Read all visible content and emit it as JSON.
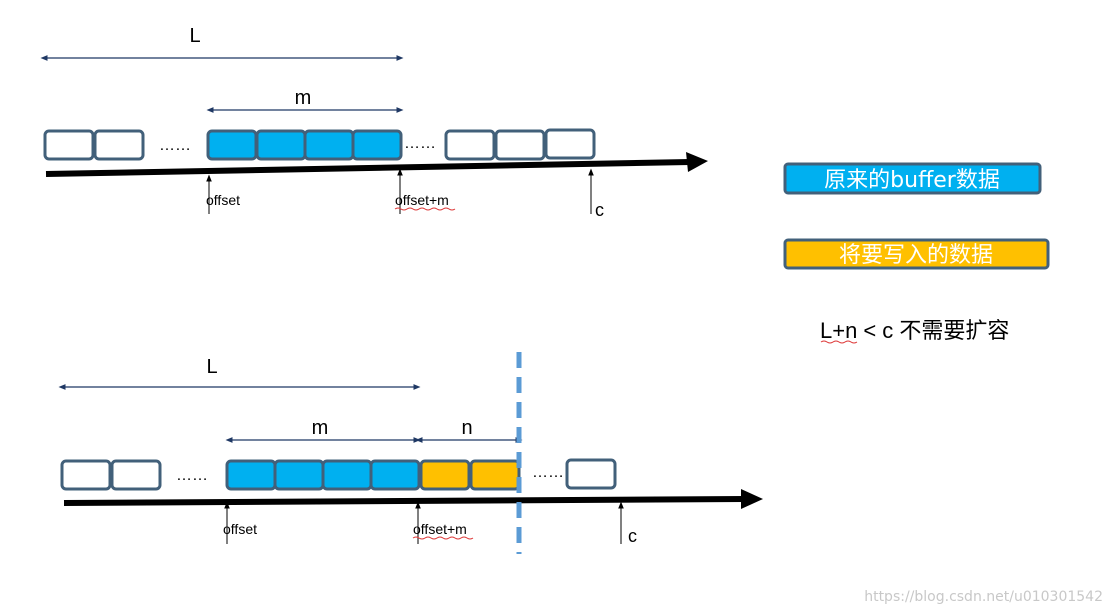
{
  "colors": {
    "original": "#00b0f0",
    "write": "#ffc000",
    "empty": "#ffffff",
    "cell_border": "#42607a",
    "axis": "#000000",
    "bracket": "#1f3864",
    "boundary": "#5b9bd5"
  },
  "top": {
    "label_L": "L",
    "label_m": "m",
    "dots_left": "……",
    "dots_right": "……",
    "pointer_offset": "offset",
    "pointer_offset_m": "offset+m",
    "pointer_c": "c"
  },
  "bottom": {
    "label_L": "L",
    "label_m": "m",
    "label_n": "n",
    "dots_left": "……",
    "dots_right": "……",
    "pointer_offset": "offset",
    "pointer_offset_m": "offset+m",
    "pointer_c": "c"
  },
  "legend": {
    "original": "原来的buffer数据",
    "write": "将要写入的数据"
  },
  "condition": {
    "expr": "L+n",
    "rest": "< c 不需要扩容"
  },
  "watermark": "https://blog.csdn.net/u010301542"
}
